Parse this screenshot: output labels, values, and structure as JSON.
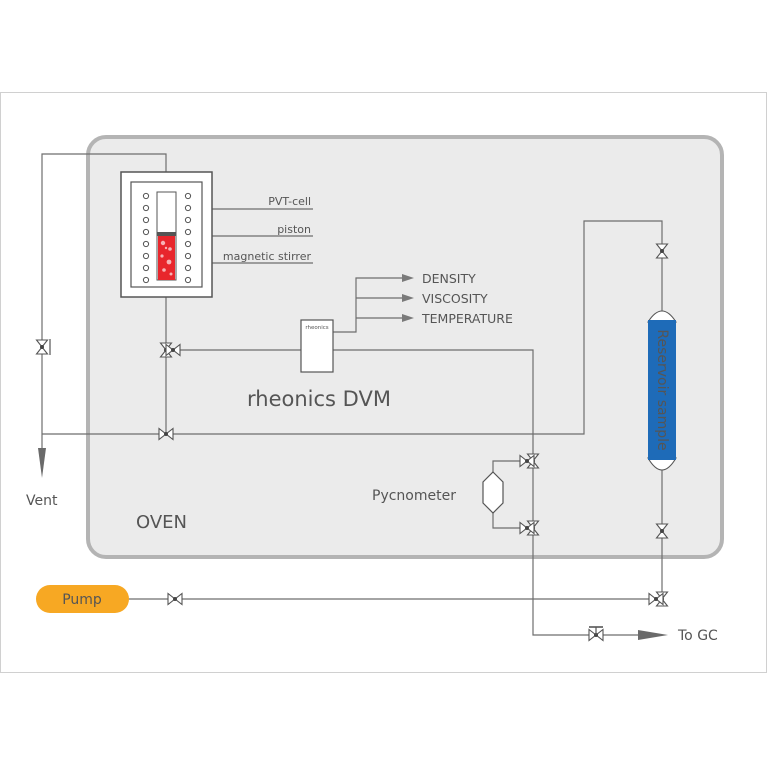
{
  "labels": {
    "pvt_cell": "PVT-cell",
    "piston": "piston",
    "magnetic_stirrer": "magnetic stirrer",
    "density": "DENSITY",
    "viscosity": "VISCOSITY",
    "temperature": "TEMPERATURE",
    "dvm_name": "rheonics DVM",
    "dvm_logo": "rheonics",
    "pycnometer": "Pycnometer",
    "oven": "OVEN",
    "vent": "Vent",
    "pump": "Pump",
    "to_gc": "To GC",
    "reservoir": "Reservoir sample"
  },
  "colors": {
    "oven_fill": "#ebebeb",
    "oven_border": "#b4b4b4",
    "pump": "#f7a823",
    "reservoir": "#1e6bb8",
    "sample_liquid": "#e8262c",
    "pipe": "#6e6e6e",
    "text": "#555555"
  }
}
